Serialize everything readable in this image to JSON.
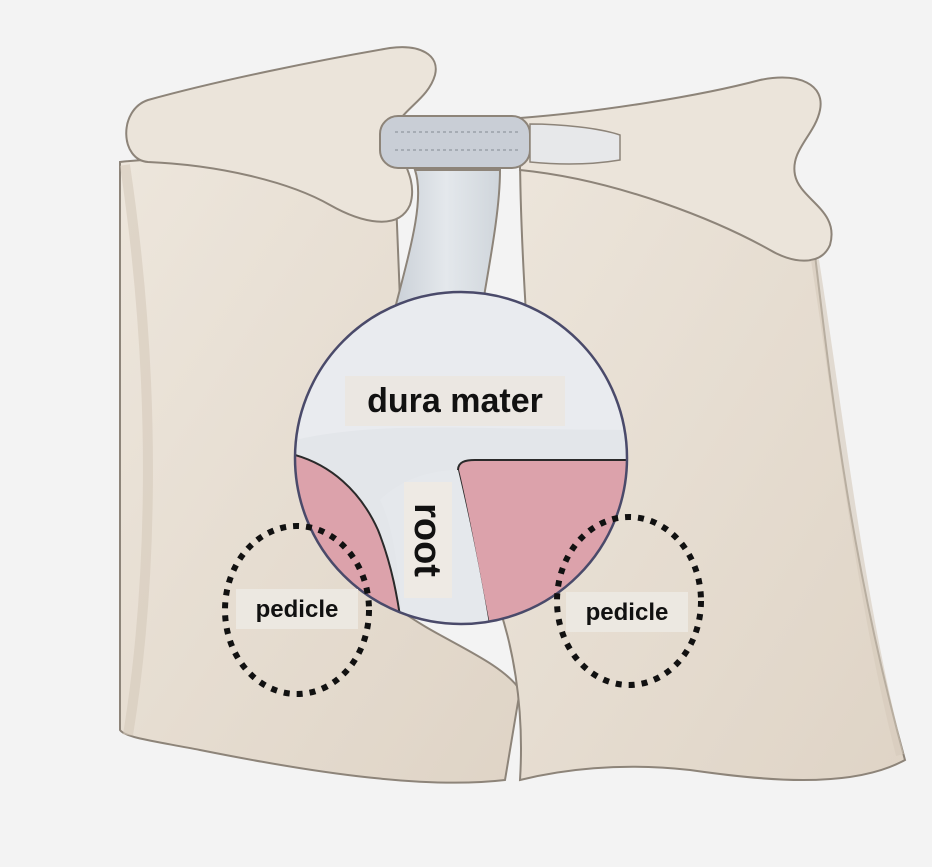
{
  "labels": {
    "dura_mater": "dura mater",
    "root": "root",
    "pedicle_left": "pedicle",
    "pedicle_right": "pedicle"
  },
  "colors": {
    "background": "#f3f3f3",
    "bone_fill": "#e9e1d6",
    "bone_shadow": "#d6cabb",
    "bone_outline": "#8d8479",
    "dura_fill": "#dde1e6",
    "lens_outline": "#4a4a6a",
    "pink_tissue": "#dca2ab",
    "label_box": "#eeeae4",
    "dotted_circle": "#111111"
  }
}
